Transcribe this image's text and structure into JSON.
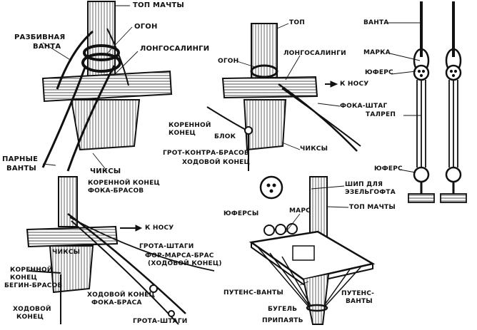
{
  "fig1": {
    "top": "ТОП МАЧТЫ",
    "eye": "ОГОН",
    "shroud_break_1": "РАЗБИВНАЯ",
    "shroud_break_2": "ВАНТА",
    "trestle": "ЛОНГОСАЛИНГИ",
    "pair_1": "ПАРНЫЕ",
    "pair_2": "ВАНТЫ",
    "cheeks": "ЧИКСЫ"
  },
  "fig2": {
    "top": "ТОП",
    "eye": "ОГОН",
    "trestle": "ЛОНГОСАЛИНГИ",
    "to_bow": "К НОСУ",
    "forestay": "ФОКА-ШТАГ",
    "standing_1": "КОРЕННОЙ",
    "standing_2": "КОНЕЦ",
    "block": "БЛОК",
    "cheeks": "ЧИКСЫ",
    "brace": "ГРОТ-КОНТРА-БРАСОВ",
    "running_end": "ХОДОВОЙ КОНЕЦ"
  },
  "fig3": {
    "shroud": "ВАНТА",
    "seizing": "МАРКА",
    "deadeye": "ЮФЕРС",
    "lanyard": "ТАЛРЕП",
    "deadeye2": "ЮФЕРС"
  },
  "fig4": {
    "standing_end_1": "КОРЕННОЙ КОНЕЦ",
    "standing_end_2": "ФОКА-БРАСОВ",
    "to_bow": "К НОСУ",
    "cheeks": "ЧИКСЫ",
    "main_stay": "ГРОТА-ШТАГИ",
    "fore_topsail_brace_1": "ФОР-МАРСА-БРАС",
    "fore_topsail_brace_2": "(ХОДОВОЙ КОНЕЦ)",
    "root_end_1": "КОРЕННОЙ",
    "root_end_2": "КОНЕЦ",
    "root_end_3": "БЕГИН-БРАСОВ",
    "running_1": "ХОДОВОЙ",
    "running_2": "КОНЕЦ",
    "fore_brace_running_1": "ХОДОВОЙ КОНЕЦ",
    "fore_brace_running_2": "ФОКА-БРАСА",
    "main_stay_2": "ГРОТА-ШТАГИ"
  },
  "fig5": {
    "sheave_1": "ШИП ДЛЯ",
    "sheave_2": "ЭЗЕЛЬГОФТА",
    "mast_top": "ТОП МАЧТЫ",
    "deadeyes": "ЮФЕРСЫ",
    "top_platform": "МАРС",
    "futtock_left": "ПУТЕНС-ВАНТЫ",
    "futtock_right_1": "ПУТЕНС-",
    "futtock_right_2": "ВАНТЫ",
    "band": "БУГЕЛЬ",
    "weld": "ПРИПАЯТЬ"
  }
}
